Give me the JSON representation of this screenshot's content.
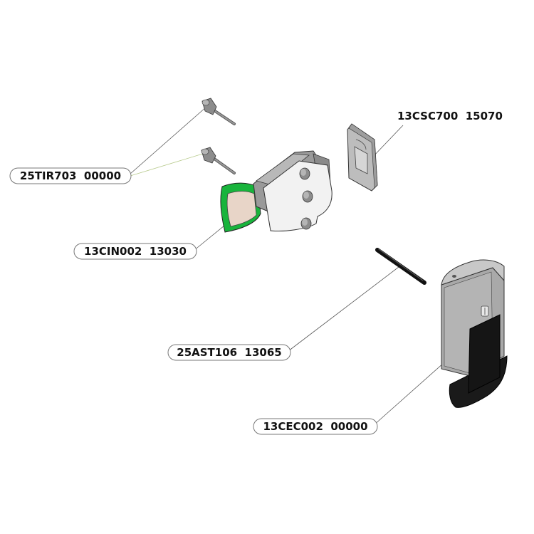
{
  "labels": {
    "screws": "25TIR703  00000",
    "insert": "13CIN002  13030",
    "strike": "13CSC700  15070",
    "pin": "25AST106  13065",
    "housing": "13CEC002  00000"
  },
  "colors": {
    "background": "#ffffff",
    "outline": "#333333",
    "part_gray": "#a9a9a9",
    "part_light": "#e6e6e6",
    "part_black": "#1a1a1a",
    "part_green": "#18b43c",
    "part_pink": "#e8d5c8",
    "leader_green": "#b6c98a"
  },
  "icons": {
    "screw": "screw-icon",
    "insert": "latch-insert-icon",
    "strike": "strike-plate-icon",
    "pin": "pin-icon",
    "housing": "latch-housing-icon"
  }
}
